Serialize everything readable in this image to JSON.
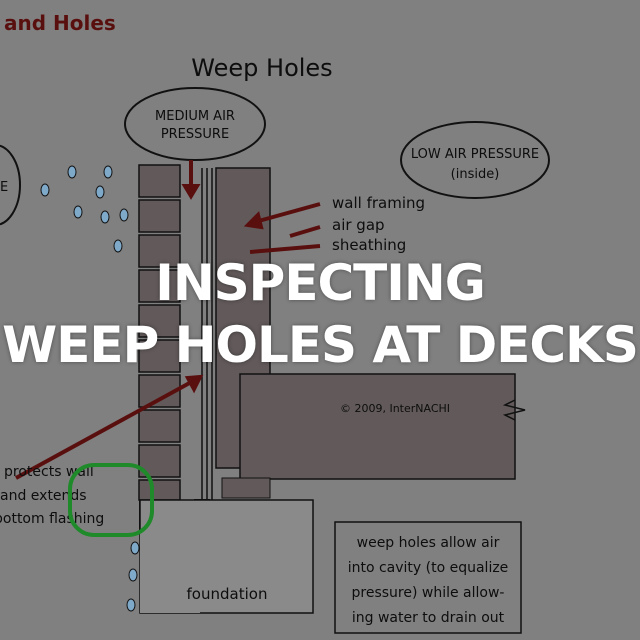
{
  "diagram": {
    "header_fragment": "and Holes",
    "title": "Weep Holes",
    "medium_pressure": [
      "MEDIUM AIR",
      "PRESSURE"
    ],
    "outside_pressure_fragment": "E",
    "low_pressure": [
      "LOW AIR PRESSURE",
      "(inside)"
    ],
    "labels": {
      "wall_framing": "wall framing",
      "air_gap": "air gap",
      "sheathing": "sheathing",
      "copyright": "© 2009, InterNACHI",
      "foundation": "foundation"
    },
    "flashing_note": [
      "protects wall",
      "and extends",
      "bottom flashing"
    ],
    "info_box": [
      "weep holes allow air",
      "into cavity (to equalize",
      "pressure) while allow-",
      "ing water to drain out"
    ],
    "colors": {
      "background": "#808080",
      "arrow": "#5a0f0f",
      "highlight": "#1f8a2a",
      "drop": "#7fa9c9"
    }
  },
  "overlay": {
    "line1": "INSPECTING",
    "line2": "WEEP HOLES AT DECKS"
  }
}
